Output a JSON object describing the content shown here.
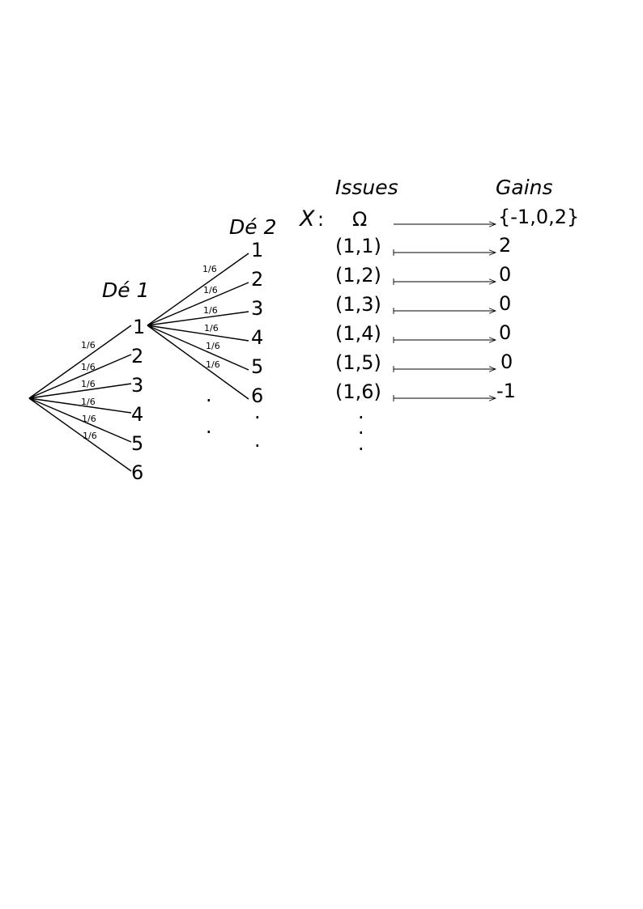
{
  "headers": {
    "de1": "Dé 1",
    "de2": "Dé 2",
    "issues": "Issues",
    "gains": "Gains"
  },
  "mapping": {
    "variable": "X",
    "colon": ":",
    "domain": "Ω",
    "codomain": "{-1,0,2}"
  },
  "die1": {
    "outcomes": [
      "1",
      "2",
      "3",
      "4",
      "5",
      "6"
    ],
    "probabilities": [
      "1/6",
      "1/6",
      "1/6",
      "1/6",
      "1/6",
      "1/6"
    ]
  },
  "die2": {
    "outcomes": [
      "1",
      "2",
      "3",
      "4",
      "5",
      "6"
    ],
    "probabilities": [
      "1/6",
      "1/6",
      "1/6",
      "1/6",
      "1/6",
      "1/6"
    ]
  },
  "table": {
    "issues": [
      "(1,1)",
      "(1,2)",
      "(1,3)",
      "(1,4)",
      "(1,5)",
      "(1,6)"
    ],
    "gains": [
      "2",
      "0",
      "0",
      "0",
      "0",
      "-1"
    ]
  },
  "continuation": "."
}
